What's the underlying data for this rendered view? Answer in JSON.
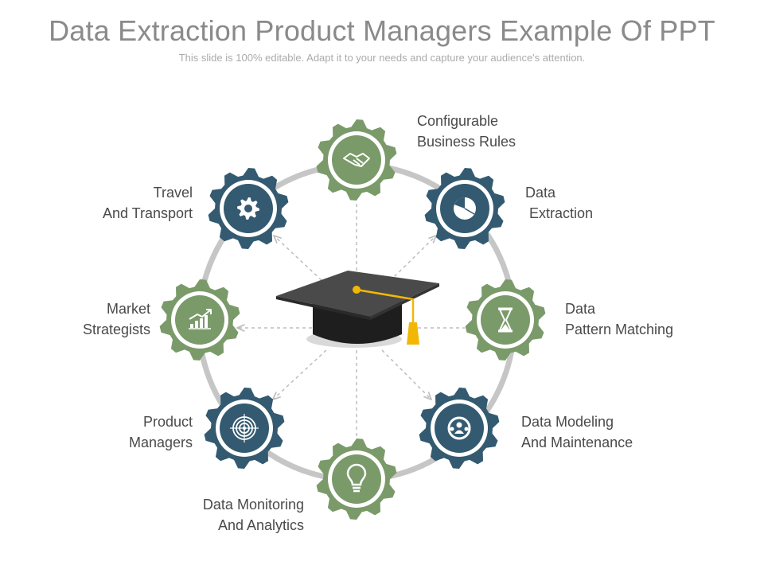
{
  "slide": {
    "title": "Data Extraction Product Managers Example Of PPT",
    "subtitle": "This slide is 100% editable. Adapt it to your needs and capture your audience's attention."
  },
  "colors": {
    "green": "#7a9a6a",
    "teal": "#335a70",
    "ring": "#c6c6c6",
    "cap": "#3a3a3a",
    "tassel": "#f2b705"
  },
  "nodes": [
    {
      "id": "rules",
      "icon": "handshake-icon",
      "color": "green",
      "lines": [
        "Configurable",
        "Business Rules"
      ]
    },
    {
      "id": "extraction",
      "icon": "pie-chart-icon",
      "color": "teal",
      "lines": [
        "Data",
        " Extraction"
      ]
    },
    {
      "id": "pattern",
      "icon": "hourglass-icon",
      "color": "green",
      "lines": [
        "Data",
        "Pattern Matching"
      ]
    },
    {
      "id": "modeling",
      "icon": "people-cycle-icon",
      "color": "teal",
      "lines": [
        "Data Modeling",
        "And Maintenance"
      ]
    },
    {
      "id": "monitoring",
      "icon": "lightbulb-icon",
      "color": "green",
      "lines": [
        "Data Monitoring",
        "And Analytics"
      ]
    },
    {
      "id": "managers",
      "icon": "target-icon",
      "color": "teal",
      "lines": [
        "Product",
        "Managers"
      ]
    },
    {
      "id": "market",
      "icon": "growth-chart-icon",
      "color": "green",
      "lines": [
        "Market",
        "Strategists"
      ]
    },
    {
      "id": "travel",
      "icon": "gear-icon",
      "color": "teal",
      "lines": [
        "Travel",
        "And Transport"
      ]
    }
  ],
  "center": {
    "icon": "graduation-cap-icon"
  }
}
